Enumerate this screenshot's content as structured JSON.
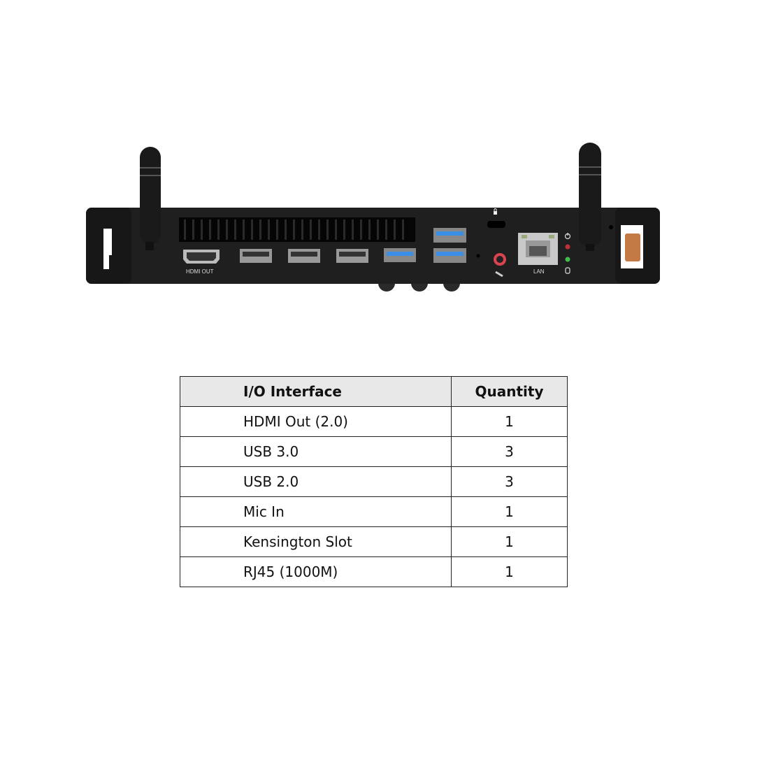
{
  "device": {
    "labels": {
      "hdmi": "HDMI OUT",
      "lan": "LAN"
    },
    "colors": {
      "chassis": "#1f1f1f",
      "usb3_blue": "#3a8ee6",
      "mic_red": "#d9444f",
      "led_red": "#c0303a",
      "led_green": "#3fbf4a",
      "bracket_copper": "#c47a45"
    }
  },
  "table": {
    "headers": [
      "I/O Interface",
      "Quantity"
    ],
    "rows": [
      {
        "interface": "HDMI Out (2.0)",
        "quantity": "1"
      },
      {
        "interface": "USB 3.0",
        "quantity": "3"
      },
      {
        "interface": "USB 2.0",
        "quantity": "3"
      },
      {
        "interface": "Mic In",
        "quantity": "1"
      },
      {
        "interface": "Kensington Slot",
        "quantity": "1"
      },
      {
        "interface": "RJ45 (1000M)",
        "quantity": "1"
      }
    ]
  }
}
